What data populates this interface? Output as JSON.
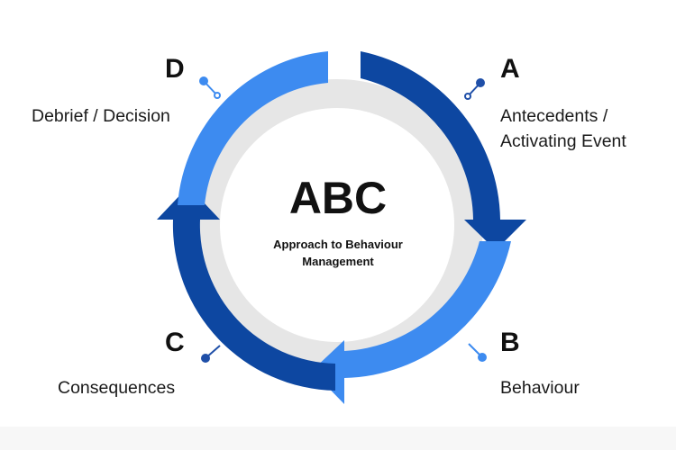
{
  "center": {
    "title": "ABC",
    "subtitle_line1": "Approach to Behaviour",
    "subtitle_line2": "Management"
  },
  "steps": {
    "a": {
      "letter": "A",
      "label_line1": "Antecedents /",
      "label_line2": "Activating Event"
    },
    "b": {
      "letter": "B",
      "label": "Behaviour"
    },
    "c": {
      "letter": "C",
      "label": "Consequences"
    },
    "d": {
      "letter": "D",
      "label": "Debrief / Decision"
    }
  },
  "colors": {
    "dark_blue": "#0d47a1",
    "light_blue": "#3d8bf0",
    "ring_gray": "#e6e6e6",
    "connector": "#1f4fa8"
  }
}
